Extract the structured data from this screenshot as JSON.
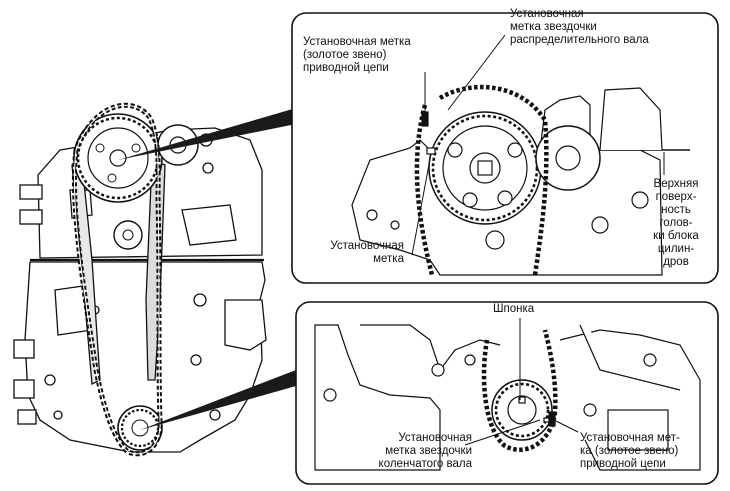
{
  "top_inset": {
    "chain_gold_link_mark": [
      "Установочная метка",
      "(золотое звено)",
      "приводной цепи"
    ],
    "camshaft_sprocket_mark": [
      "Установочная",
      "метка звездочки",
      "распределительного вала"
    ],
    "mark": [
      "Установочная",
      "метка"
    ],
    "cylinder_head_top": [
      "Верхняя",
      "поверх-",
      "ность",
      "голов-",
      "ки блока",
      "цилин-",
      "дров"
    ]
  },
  "bottom_inset": {
    "key": "Шпонка",
    "crank_sprocket_mark": [
      "Установочная",
      "метка звездочки",
      "коленчатого вала"
    ],
    "chain_gold_link_mark": [
      "Установочная мет-",
      "ка (золотое звено)",
      "приводной цепи"
    ]
  },
  "colors": {
    "line": "#111111",
    "fill": "#ffffff",
    "callout": "#1a1a1a",
    "shade": "#cfcfcf"
  }
}
